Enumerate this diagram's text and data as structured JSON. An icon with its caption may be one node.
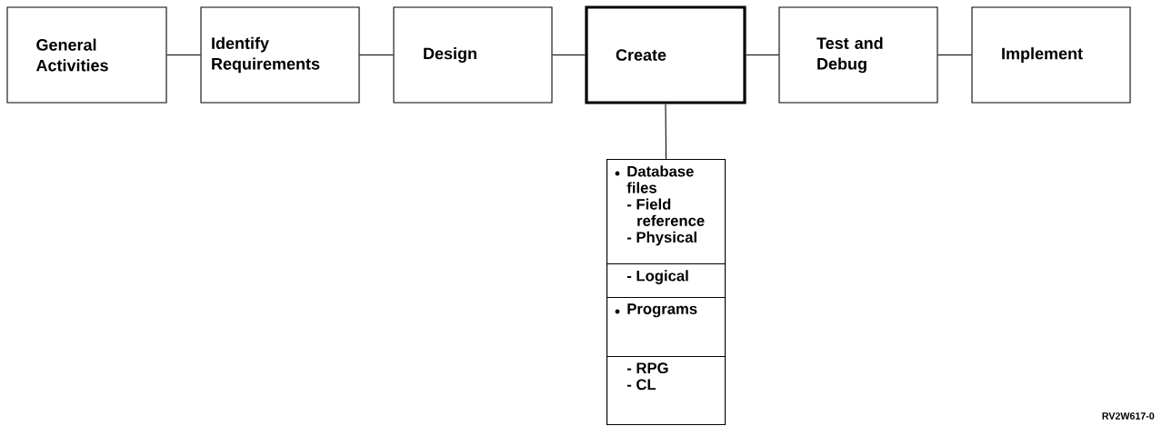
{
  "diagram": {
    "nodes": [
      {
        "text": [
          "General Activities"
        ]
      },
      {
        "text": [
          "Identify Requirements"
        ]
      },
      {
        "text": [
          "Design"
        ]
      },
      {
        "text": [
          "Create"
        ]
      },
      {
        "text": [
          "Test and Debug"
        ]
      },
      {
        "text": [
          "Implement"
        ]
      },
      {
        "text": [],
        "shape": "box"
      },
      {
        "text": [
          "Database files",
          "- Field reference",
          "- Physical"
        ],
        "in": 6
      },
      {
        "text": [
          "- Logical"
        ],
        "in": 6
      },
      {
        "text": [
          "Programs"
        ],
        "in": 6
      },
      {
        "text": [
          "- RPG",
          "- CL"
        ],
        "in": 6
      }
    ],
    "edges": [
      {
        "from": 0,
        "to": 1,
        "arrow": "none"
      },
      {
        "from": 1,
        "to": 2,
        "arrow": "none"
      },
      {
        "from": 2,
        "to": 3,
        "arrow": "none"
      },
      {
        "from": 3,
        "to": 4,
        "arrow": "none"
      },
      {
        "from": 4,
        "to": 5,
        "arrow": "none"
      },
      {
        "from": 3,
        "to": 6,
        "arrow": "none"
      }
    ],
    "labels": [
      "RV2W617-0"
    ]
  }
}
